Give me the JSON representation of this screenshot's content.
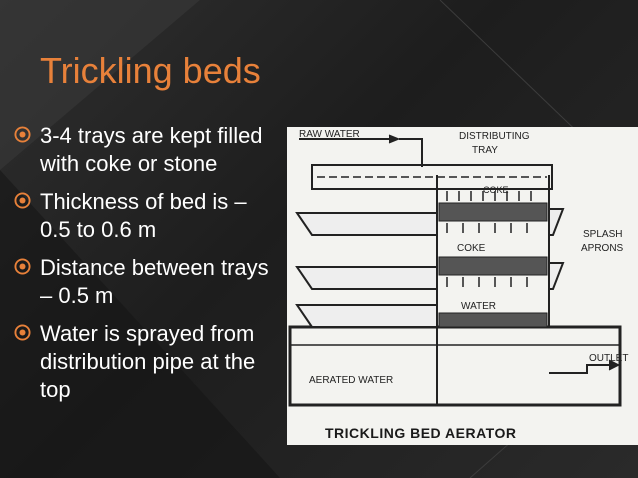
{
  "slide": {
    "title": "Trickling beds",
    "accent_color": "#e8813a",
    "bullets": [
      {
        "text": "3-4 trays are kept filled with coke or stone"
      },
      {
        "text": "Thickness of bed is – 0.5 to 0.6 m"
      },
      {
        "text": "Distance between trays – 0.5 m"
      },
      {
        "text": "Water is sprayed from distribution pipe at the top"
      }
    ],
    "bullet_icon": "target-circle-icon"
  },
  "figure": {
    "caption": "TRICKLING BED AERATOR",
    "labels": {
      "raw_water": "RAW WATER",
      "distributing": "DISTRIBUTING",
      "tray": "TRAY",
      "coke_top": "COKE",
      "coke_mid": "COKE",
      "water": "WATER",
      "splash": "SPLASH",
      "aprons": "APRONS",
      "outlet": "OUTLET",
      "aerated_water": "AERATED WATER"
    }
  }
}
